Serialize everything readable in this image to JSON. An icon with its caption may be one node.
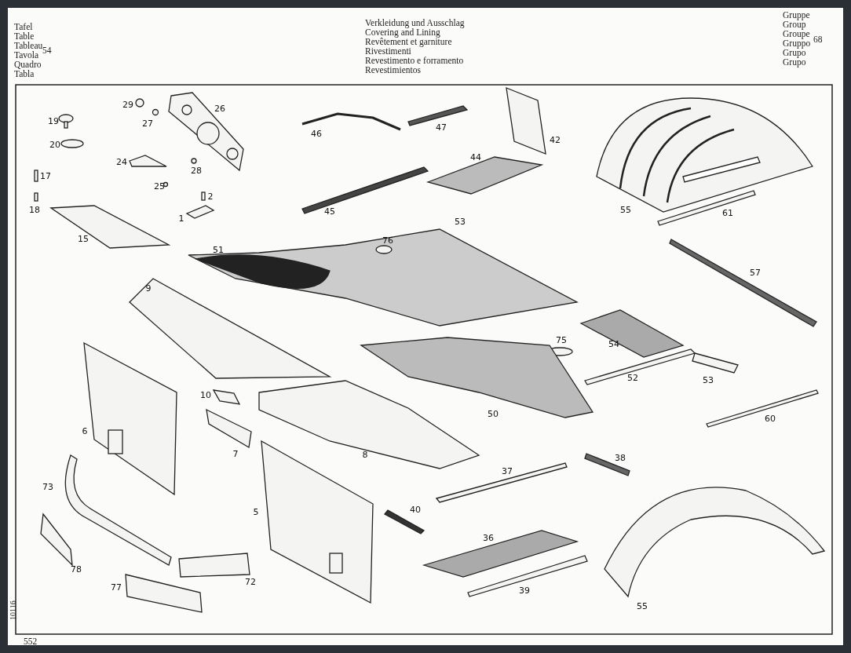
{
  "diagram": {
    "labels": [
      "Tafel",
      "Table",
      "Tableau",
      "54",
      "Tavola",
      "Quadro",
      "Tabla",
      "Verkleidung und Ausschlag",
      "Covering and Lining",
      "Revêtement et garniture",
      "Rivestimenti",
      "Revestimento e forramento",
      "Revestimientos",
      "Gruppe",
      "Group",
      "Groupe",
      "Gruppo",
      "68",
      "Grupo",
      "Grupo",
      "29",
      "26",
      "19",
      "27",
      "46",
      "47",
      "42",
      "20",
      "44",
      "24",
      "28",
      "17",
      "25",
      "2",
      "18",
      "45",
      "55",
      "53",
      "61",
      "1",
      "15",
      "76",
      "51",
      "57",
      "9",
      "75",
      "54",
      "52",
      "53",
      "10",
      "50",
      "60",
      "7",
      "6",
      "8",
      "38",
      "37",
      "73",
      "5",
      "40",
      "36",
      "78",
      "72",
      "39",
      "55",
      "77",
      "10116",
      "552"
    ]
  }
}
